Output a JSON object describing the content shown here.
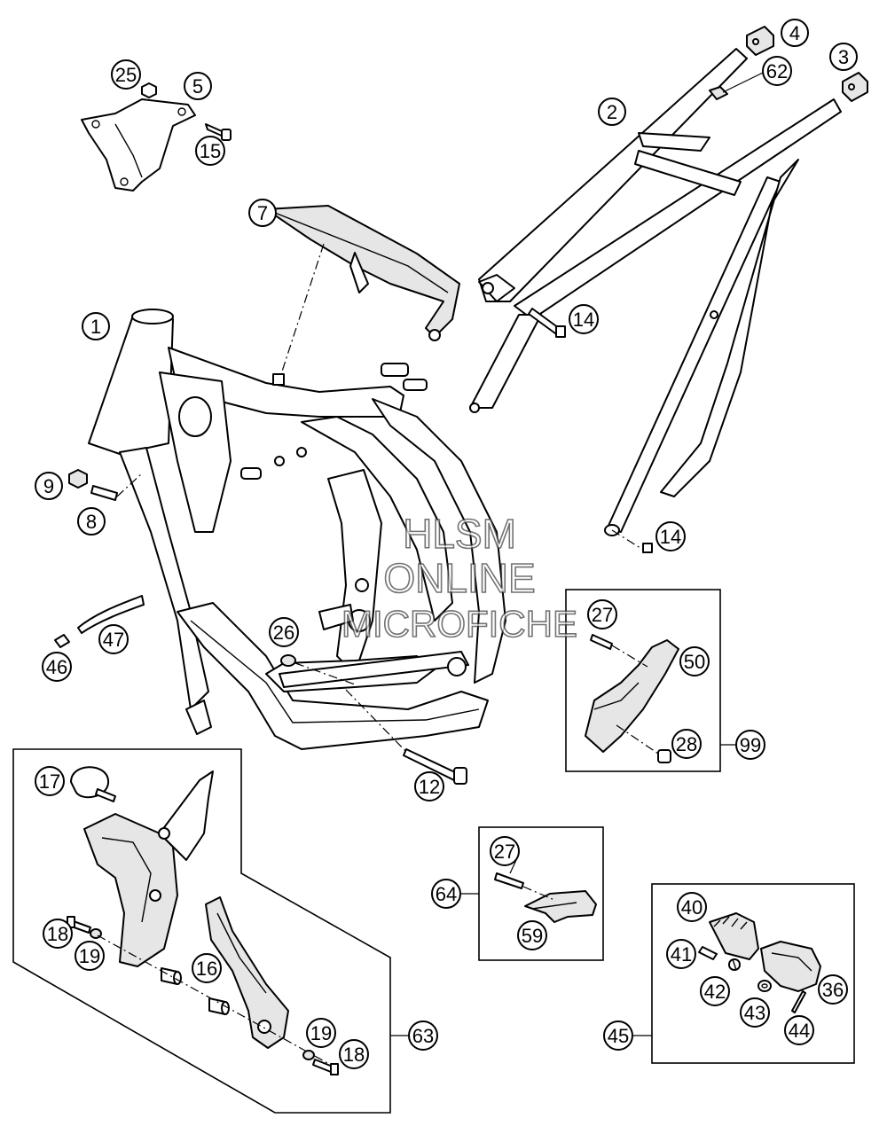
{
  "watermark": {
    "line1": "HLSM",
    "line2": "ONLINE",
    "line3": "MICROFICHE"
  },
  "callouts": {
    "c1": "1",
    "c2": "2",
    "c3": "3",
    "c4": "4",
    "c5": "5",
    "c7": "7",
    "c8": "8",
    "c9": "9",
    "c12": "12",
    "c14a": "14",
    "c14b": "14",
    "c15": "15",
    "c16": "16",
    "c17": "17",
    "c18a": "18",
    "c18b": "18",
    "c19a": "19",
    "c19b": "19",
    "c25": "25",
    "c26": "26",
    "c27a": "27",
    "c27b": "27",
    "c28": "28",
    "c36": "36",
    "c40": "40",
    "c41": "41",
    "c42": "42",
    "c43": "43",
    "c44": "44",
    "c45": "45",
    "c46": "46",
    "c47": "47",
    "c50": "50",
    "c59": "59",
    "c62": "62",
    "c63": "63",
    "c64": "64",
    "c99": "99"
  },
  "colors": {
    "line": "#000000",
    "fill": "#ffffff",
    "shade": "#e6e6e6",
    "watermark_stroke": "#444444"
  }
}
